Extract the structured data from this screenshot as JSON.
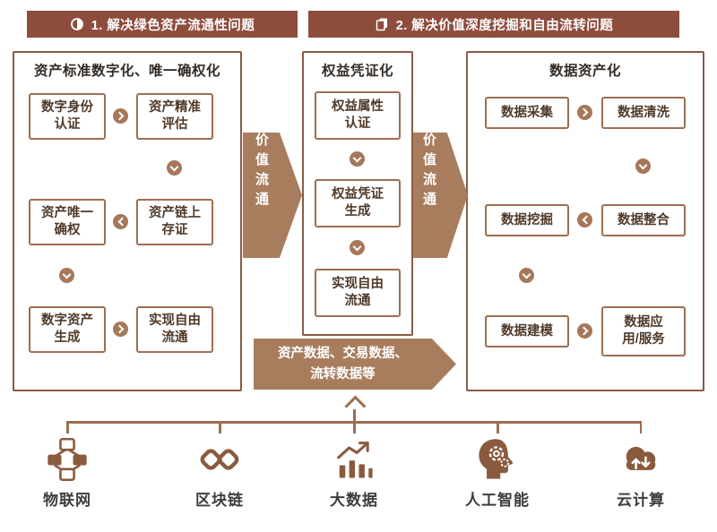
{
  "colors": {
    "header_bg": "#8e4c3c",
    "arrow_fill": "#a87d5e",
    "box_border": "#9c6e50",
    "icon_brown": "#8a5a3e"
  },
  "headers": [
    {
      "label": "1. 解决绿色资产流通性问题"
    },
    {
      "label": "2. 解决价值深度挖掘和自由流转问题"
    }
  ],
  "left_panel": {
    "title": "资产标准数字化、唯一确权化",
    "boxes": {
      "a1": "数字身份\n认证",
      "b1": "资产精准\n评估",
      "a2": "资产唯一\n确权",
      "b2": "资产链上\n存证",
      "a3": "数字资产\n生成",
      "b3": "实现自由\n流通"
    }
  },
  "middle_panel": {
    "title": "权益凭证化",
    "boxes": {
      "m1": "权益属性\n认证",
      "m2": "权益凭证\n生成",
      "m3": "实现自由\n流通"
    }
  },
  "right_panel": {
    "title": "数据资产化",
    "boxes": {
      "a1": "数据采集",
      "b1": "数据清洗",
      "a2": "数据挖掘",
      "b2": "数据整合",
      "a3": "数据建模",
      "b3": "数据应\n用/服务"
    }
  },
  "flow_arrows": {
    "left": "价值流通",
    "right": "价值流通",
    "bottom": "资产数据、交易数据、\n流转数据等"
  },
  "tech_stack": [
    {
      "icon": "iot-icon",
      "label": "物联网"
    },
    {
      "icon": "blockchain-icon",
      "label": "区块链"
    },
    {
      "icon": "bigdata-icon",
      "label": "大数据"
    },
    {
      "icon": "ai-icon",
      "label": "人工智能"
    },
    {
      "icon": "cloud-icon",
      "label": "云计算"
    }
  ]
}
